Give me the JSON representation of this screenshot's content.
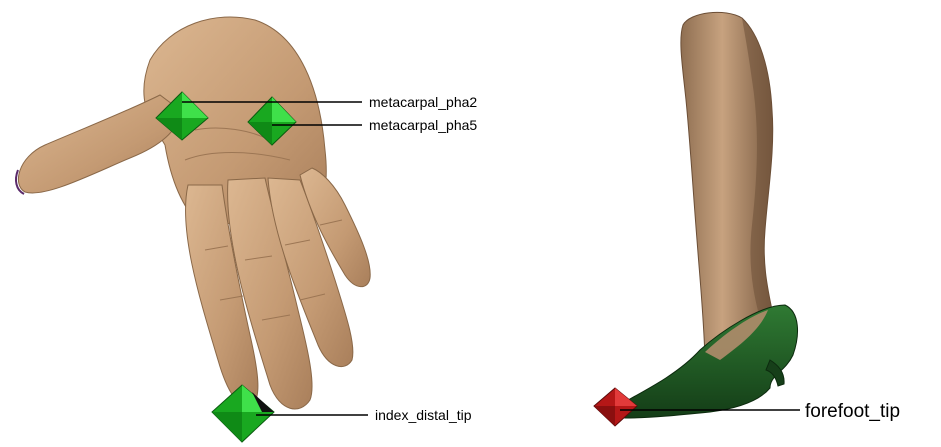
{
  "hand": {
    "markers": [
      {
        "label": "metacarpal_pha2",
        "marker_color": "#22c22a"
      },
      {
        "label": "metacarpal_pha5",
        "marker_color": "#22c22a"
      },
      {
        "label": "index_distal_tip",
        "marker_color": "#22c22a"
      }
    ],
    "skin_color": "#c9a47f"
  },
  "leg": {
    "markers": [
      {
        "label": "forefoot_tip",
        "marker_color": "#c81e1e"
      }
    ],
    "skin_color": "#b08c6c",
    "shoe_color": "#1f5a22"
  }
}
